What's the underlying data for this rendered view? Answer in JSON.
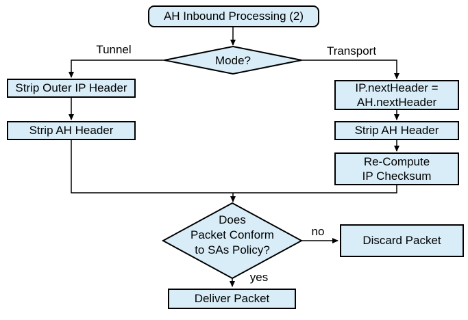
{
  "diagram": {
    "type": "flowchart",
    "colors": {
      "node_fill": "#d8edf8",
      "node_border": "#000000",
      "line": "#000000",
      "text": "#000000",
      "background": "#ffffff"
    },
    "nodes": {
      "start": "AH Inbound Processing (2)",
      "mode_decision": "Mode?",
      "strip_outer_ip_header": "Strip Outer IP Header",
      "strip_ah_header_tunnel": "Strip AH Header",
      "ip_next_header": "IP.nextHeader =\nAH.nextHeader",
      "strip_ah_header_transport": "Strip AH Header",
      "recompute_ip_checksum": "Re-Compute\nIP Checksum",
      "policy_decision": "Does\nPacket Conform\nto SAs Policy?",
      "discard_packet": "Discard Packet",
      "deliver_packet": "Deliver Packet"
    },
    "edge_labels": {
      "tunnel": "Tunnel",
      "transport": "Transport",
      "no": "no",
      "yes": "yes"
    }
  }
}
